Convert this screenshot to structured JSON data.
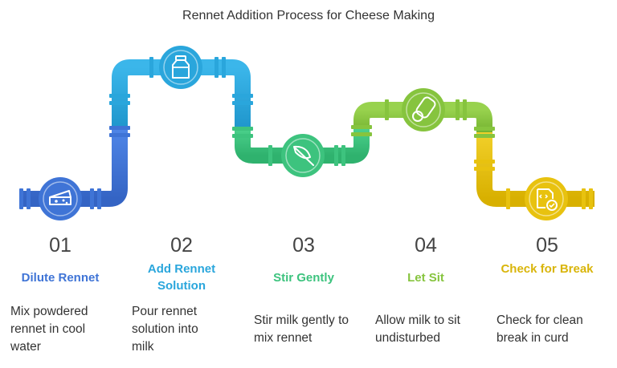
{
  "title": "Rennet Addition Process for Cheese Making",
  "colors": {
    "step1": "#3f74d6",
    "step2": "#2aa6dc",
    "step3": "#3dc37e",
    "step4": "#86c43e",
    "step5": "#e8c20f"
  },
  "steps": [
    {
      "number": "01",
      "label": "Dilute Rennet",
      "description": "Mix powdered rennet in cool water",
      "icon": "cheese-icon"
    },
    {
      "number": "02",
      "label": "Add Rennet Solution",
      "description": "Pour rennet solution into milk",
      "icon": "milk-can-icon"
    },
    {
      "number": "03",
      "label": "Stir Gently",
      "description": "Stir milk gently to mix rennet",
      "icon": "stir-spoon-icon"
    },
    {
      "number": "04",
      "label": "Let Sit",
      "description": "Allow milk to sit undisturbed",
      "icon": "bottle-glass-icon"
    },
    {
      "number": "05",
      "label": "Check for Break",
      "description": "Check for clean break in curd",
      "icon": "check-document-icon"
    }
  ]
}
